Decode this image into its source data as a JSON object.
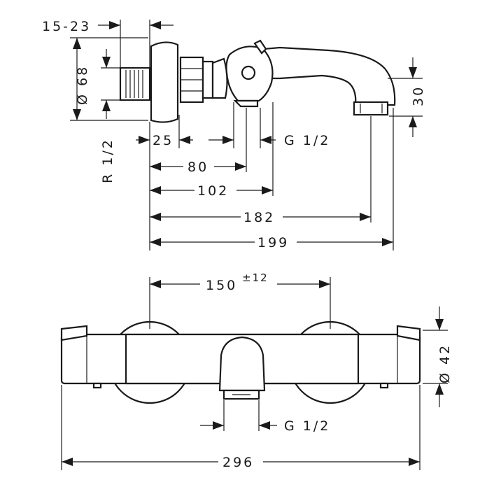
{
  "dimensions": {
    "side_view": {
      "inlet_range": "15-23",
      "diameter": "Ø 68",
      "thread_inlet": "R 1/2",
      "offset_25": "25",
      "thread_outlet": "G 1/2",
      "len_80": "80",
      "len_102": "102",
      "len_182": "182",
      "len_199": "199",
      "height_30": "30"
    },
    "front_view": {
      "spacing": "150",
      "tolerance": "±12",
      "diameter": "Ø 42",
      "thread_outlet": "G 1/2",
      "total_width": "296"
    }
  },
  "colors": {
    "line": "#1a1a1a",
    "background": "#ffffff"
  }
}
